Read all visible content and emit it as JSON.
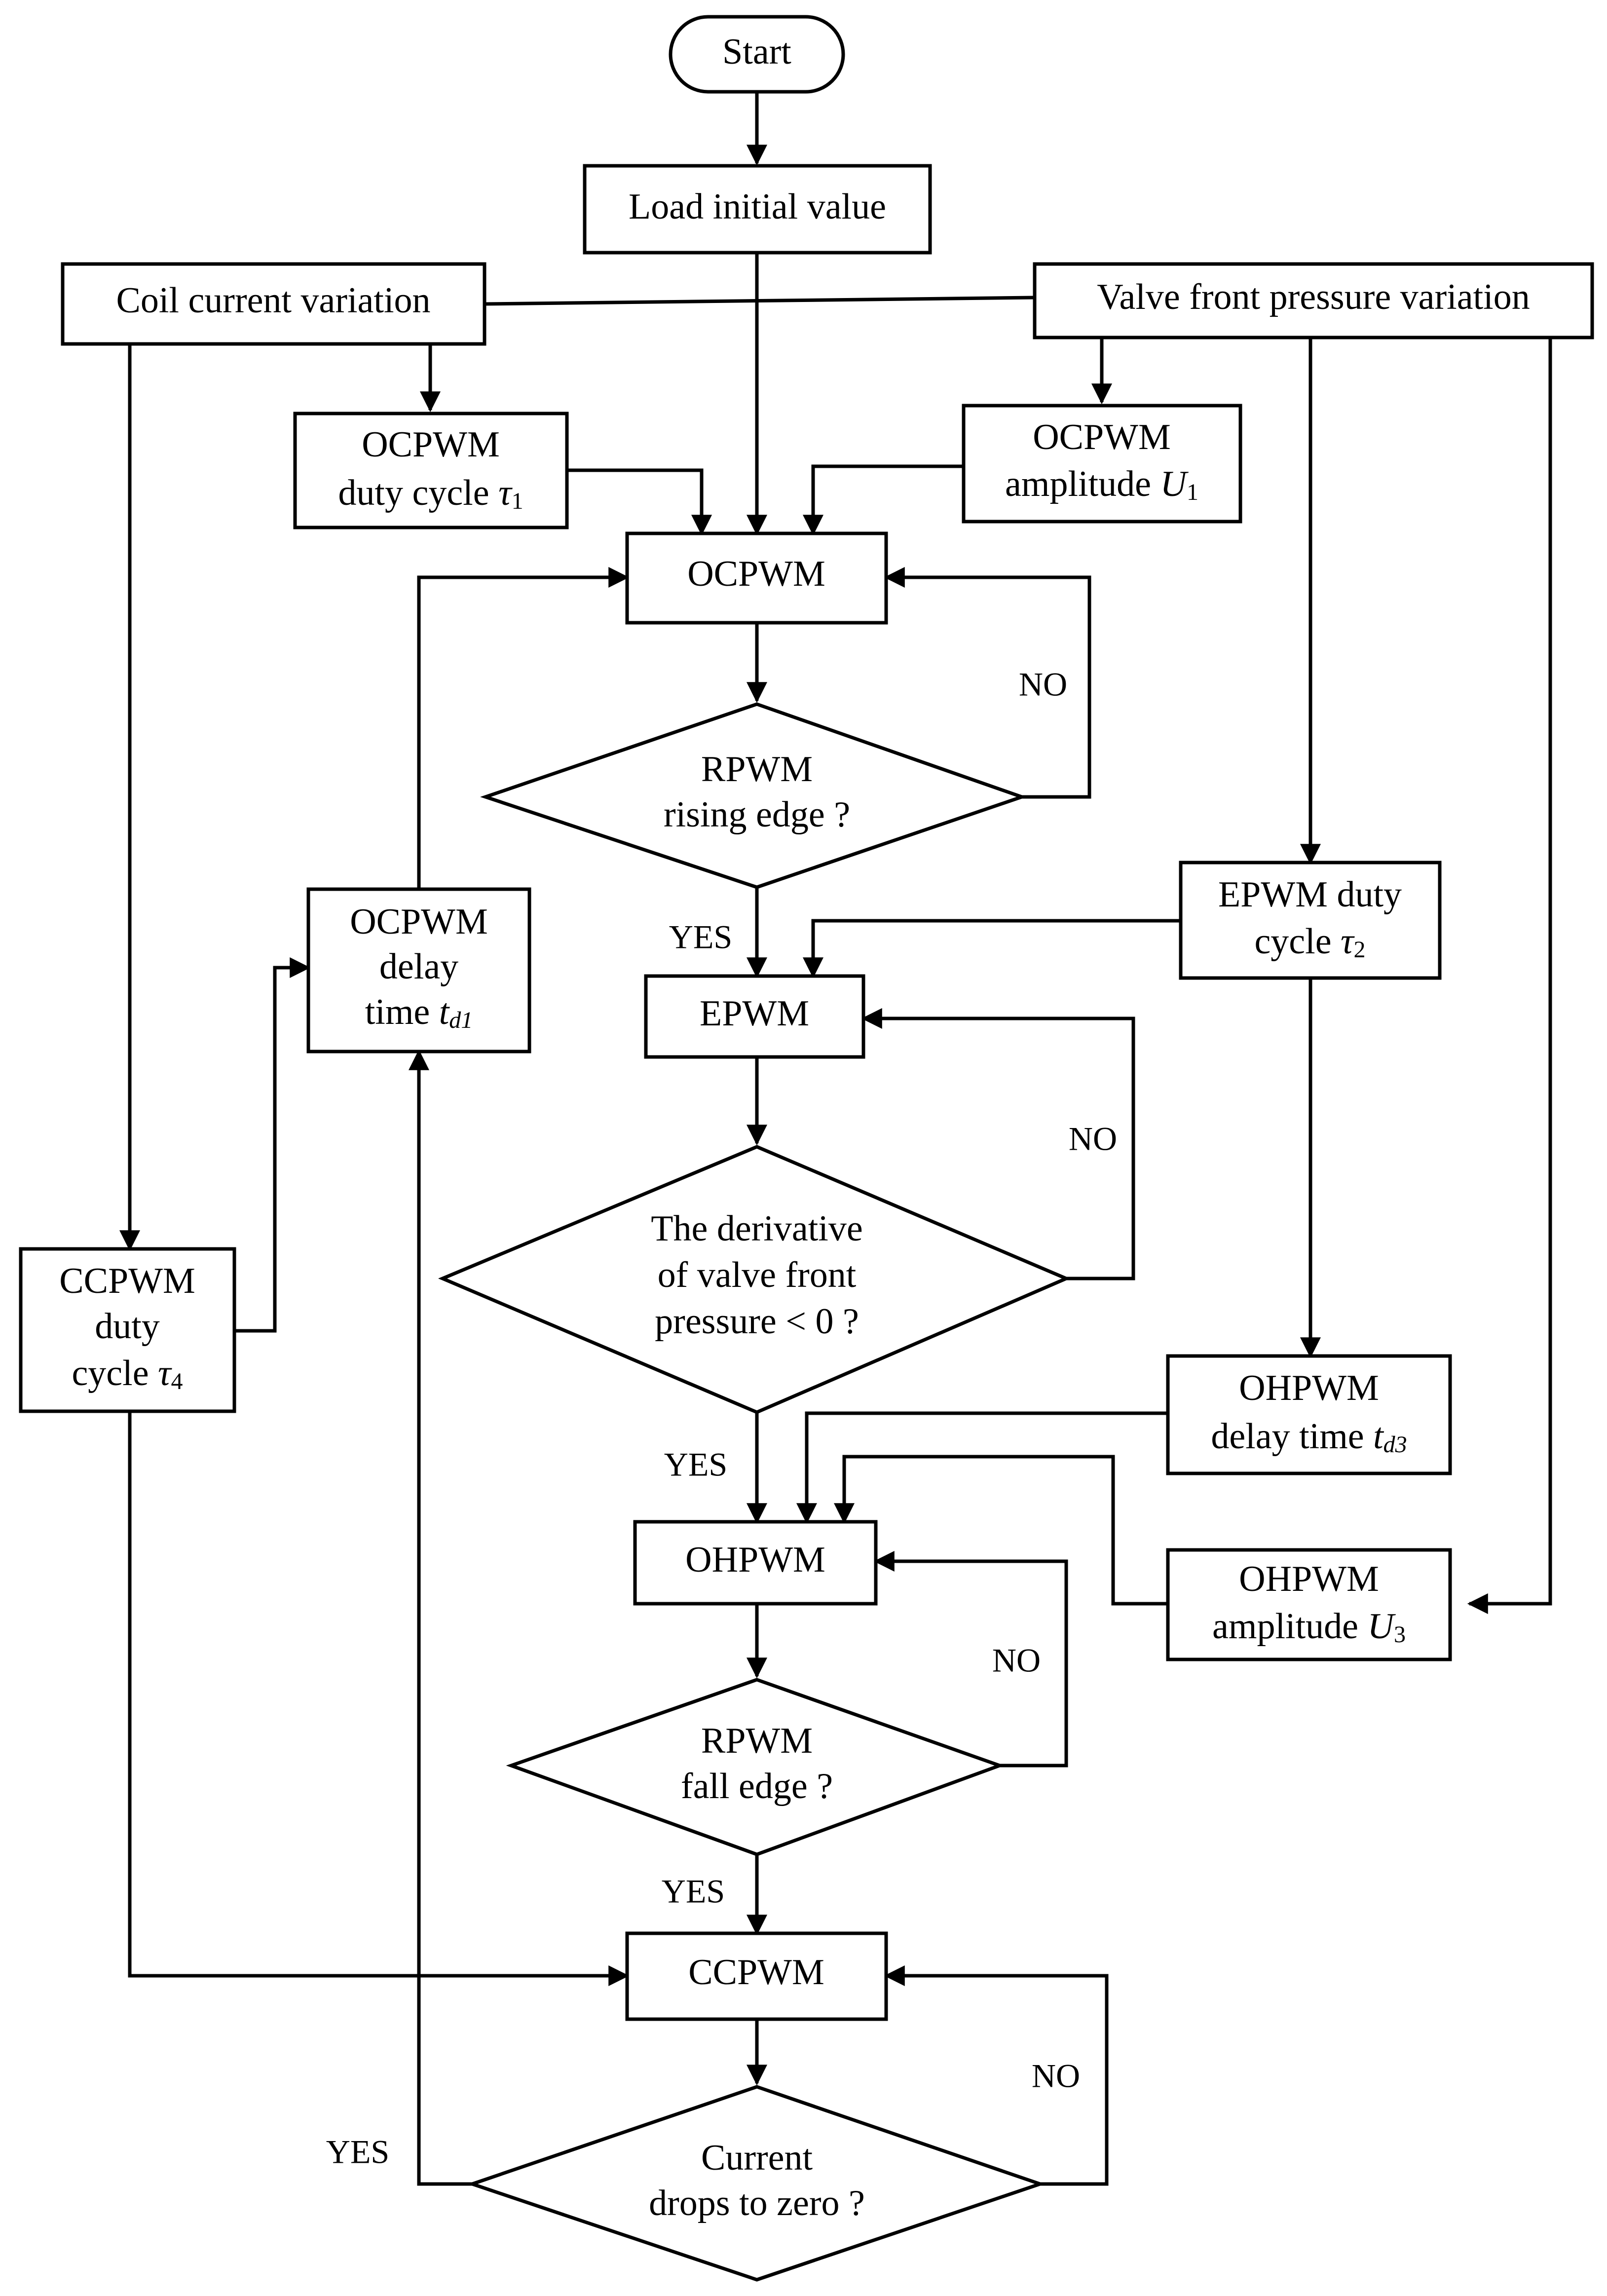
{
  "nodes": {
    "start": "Start",
    "load": "Load initial value",
    "coil": "Coil current variation",
    "valve": "Valve front pressure variation",
    "oc_duty": {
      "line1": "OCPWM",
      "line2": "duty cycle ",
      "sym": "τ",
      "sub": "1"
    },
    "oc_amp": {
      "line1": "OCPWM",
      "line2": "amplitude ",
      "sym": "U",
      "sub": "1"
    },
    "ocpwm": "OCPWM",
    "d1": {
      "line1": "RPWM",
      "line2": "rising edge ?"
    },
    "oc_delay": {
      "line1": "OCPWM",
      "line2": "delay",
      "line3": "time ",
      "sym": "t",
      "sub": "d1"
    },
    "ep_duty": {
      "line1": "EPWM duty",
      "line2": "cycle ",
      "sym": "τ",
      "sub": "2"
    },
    "epwm": "EPWM",
    "d2": {
      "line1": "The derivative",
      "line2": "of valve front",
      "line3": "pressure < 0 ?"
    },
    "cc_duty": {
      "line1": "CCPWM",
      "line2": "duty",
      "line3": "cycle ",
      "sym": "τ",
      "sub": "4"
    },
    "oh_delay": {
      "line1": "OHPWM",
      "line2": "delay time ",
      "sym": "t",
      "sub": "d3"
    },
    "ohpwm": "OHPWM",
    "oh_amp": {
      "line1": "OHPWM",
      "line2": "amplitude ",
      "sym": "U",
      "sub": "3"
    },
    "d3": {
      "line1": "RPWM",
      "line2": "fall edge ?"
    },
    "ccpwm": "CCPWM",
    "d4": {
      "line1": "Current",
      "line2": "drops to zero ?"
    }
  },
  "edge_labels": {
    "no": "NO",
    "yes": "YES"
  }
}
